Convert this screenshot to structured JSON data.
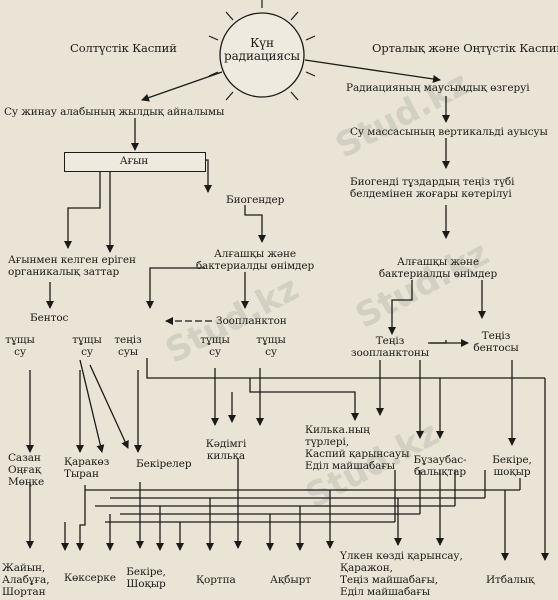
{
  "watermark": "Stud.kz",
  "sun": {
    "line1": "Күн",
    "line2": "радиациясы"
  },
  "north_title": "Солтүстік Каспий",
  "south_title": "Орталық және Оңтүстік Каспий",
  "water_cycle": "Су жинау алабының жылдық айналымы",
  "flow": "Ағын",
  "biogens": "Биогендер",
  "primary_left": {
    "line1": "Алғашқы және",
    "line2": "бактериалды өнімдер"
  },
  "organics": {
    "line1": "Ағынмен келген еріген",
    "line2": "органикалық заттар"
  },
  "benthos_left": "Бентос",
  "zooplankton": "Зоопланктон",
  "fresh_water_1": {
    "line1": "тұщы",
    "line2": "су"
  },
  "fresh_water_2": {
    "line1": "тұщы",
    "line2": "су"
  },
  "sea_water_1": {
    "line1": "теңіз",
    "line2": "суы"
  },
  "fresh_water_3": {
    "line1": "тұщы",
    "line2": "су"
  },
  "fresh_water_4": {
    "line1": "тұщы",
    "line2": "су"
  },
  "seasonal": "Радиацияның маусымдық өзгеруі",
  "vertical": "Су массасының вертикальді ауысуы",
  "biogen_rise": {
    "line1": "Биогенді тұздардың теңіз түбі",
    "line2": "белдемінен жоғары көтерілуі"
  },
  "primary_right": {
    "line1": "Алғашқы және",
    "line2": "бактериалды өнімдер"
  },
  "sea_zoo": {
    "line1": "Теңіз",
    "line2": "зоопланктоны"
  },
  "sea_benthos": {
    "line1": "Теңіз",
    "line2": "бентосы"
  },
  "fish_group_1": {
    "line1": "Сазан",
    "line2": "Оңғақ",
    "line3": "Мөңке"
  },
  "fish_group_2": {
    "line1": "Қаракөз",
    "line2": "Тыран"
  },
  "bekireler": "Бекірелер",
  "kadimgi": {
    "line1": "Кәдімгі",
    "line2": "килька"
  },
  "kilka_types": {
    "line1": "Килька.ның",
    "line2": "түрлері,",
    "line3": "Каспий қарынсауы",
    "line4": "Еділ майшабағы"
  },
  "buzaubas": {
    "line1": "Бұзаубас-",
    "line2": "балықтар"
  },
  "bekire_shokyr_r": {
    "line1": "Бекіре,",
    "line2": "шоқыр"
  },
  "bottom_1": {
    "line1": "Жайын,",
    "line2": "Алабұға,",
    "line3": "Шортан"
  },
  "bottom_2": "Көксерке",
  "bottom_3": {
    "line1": "Бекіре,",
    "line2": "Шоқыр"
  },
  "bottom_4": "Қортпа",
  "bottom_5": "Ақбырт",
  "bottom_6": {
    "line1": "Үлкен көзді қарынсау,",
    "line2": "Қаражон,",
    "line3": "Теңіз майшабағы,",
    "line4": "Еділ майшабағы"
  },
  "bottom_7": "Итбалық"
}
